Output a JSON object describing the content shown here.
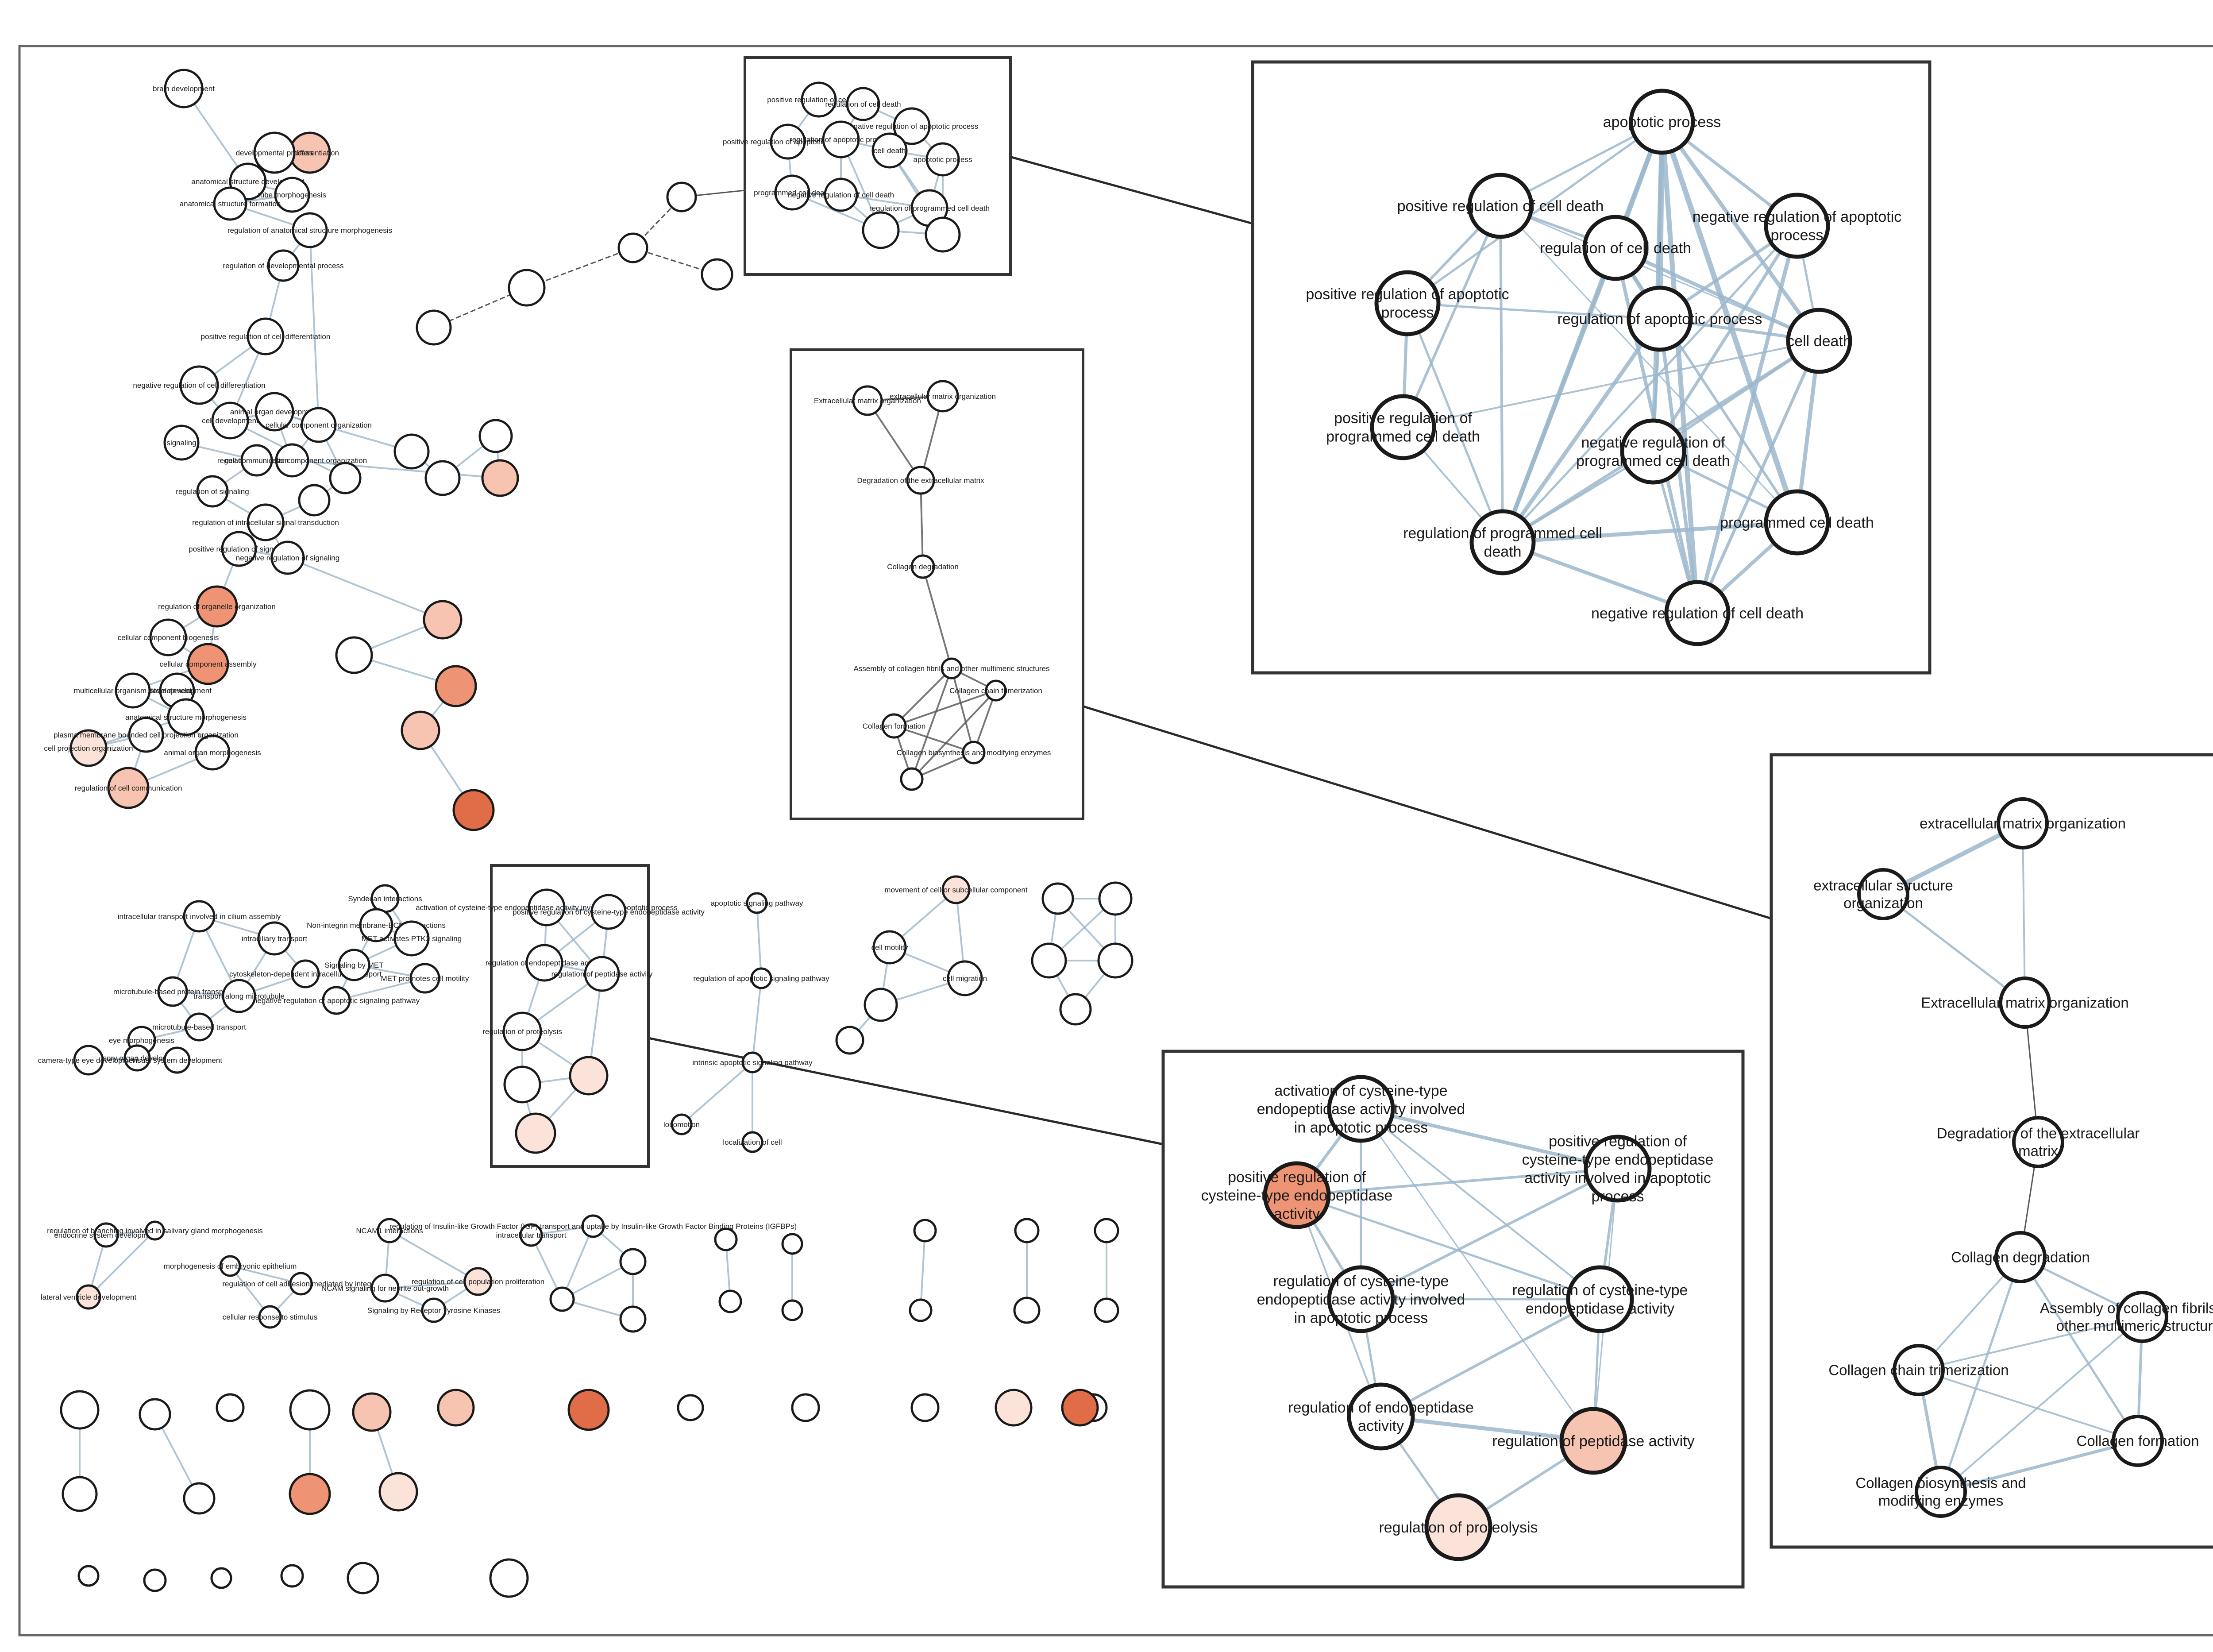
{
  "colors": {
    "edge": "#9bb7cc",
    "edge_dark": "#3a3a3a",
    "node_stroke": "#1a1a1a",
    "node_fill": "#ffffff",
    "pale": "#fbe3da",
    "light": "#f6c4b0",
    "mid": "#ee9474",
    "strong": "#e06d48",
    "frame": "#333333"
  },
  "overview": {
    "clusters": [
      {
        "id": "ov_left",
        "labels": [
          "brain development",
          "cell differentiation",
          "developmental process",
          "anatomical structure development",
          "tube morphogenesis",
          "anatomical structure formation",
          "regulation of anatomical structure morphogenesis",
          "regulation of developmental process",
          "positive regulation of cell differentiation",
          "negative regulation of cell differentiation",
          "cell development",
          "animal organ development",
          "cellular component organization",
          "regulation of cellular component organization",
          "cell communication",
          "signaling",
          "regulation of signaling",
          "regulation of intracellular signal transduction",
          "positive regulation of signaling",
          "negative regulation of signaling",
          "regulation of organelle organization",
          "cellular component biogenesis",
          "cellular component assembly",
          "system development",
          "multicellular organism development",
          "anatomical structure morphogenesis",
          "animal organ morphogenesis",
          "cell projection organization",
          "plasma membrane bounded cell projection organization",
          "regulation of cell communication"
        ]
      },
      {
        "id": "ov_apopt",
        "labels": [
          "positive regulation of cell death",
          "regulation of cell death",
          "negative regulation of apoptotic process",
          "positive regulation of apoptotic process",
          "regulation of apoptotic process",
          "cell death",
          "apoptotic process",
          "programmed cell death",
          "negative regulation of cell death",
          "regulation of programmed cell death"
        ]
      },
      {
        "id": "ov_ecm",
        "labels": [
          "Extracellular matrix organization",
          "extracellular matrix organization",
          "Degradation of the extracellular matrix",
          "Collagen degradation",
          "Assembly of collagen fibrils and other multimeric structures",
          "Collagen chain trimerization",
          "Collagen formation",
          "Collagen biosynthesis and modifying enzymes"
        ]
      },
      {
        "id": "ov_mid",
        "labels": [
          "intracellular transport involved in cilium assembly",
          "intraciliary transport",
          "microtubule-based protein transport",
          "transport along microtubule",
          "cytoskeleton-dependent intracellular transport",
          "microtubule-based transport",
          "eye morphogenesis",
          "sensory organ development",
          "camera-type eye development",
          "visual system development",
          "Syndecan interactions",
          "Non-integrin membrane-ECM interactions",
          "MET activates PTK2 signaling",
          "Signaling by MET",
          "MET promotes cell motility",
          "negative regulation of apoptotic signaling pathway",
          "apoptotic signaling pathway",
          "regulation of apoptotic signaling pathway",
          "intrinsic apoptotic signaling pathway",
          "locomotion",
          "localization of cell",
          "movement of cell or subcellular component",
          "cell motility",
          "cell migration"
        ]
      },
      {
        "id": "ov_peptidase",
        "labels": [
          "activation of cysteine-type endopeptidase activity involved in apoptotic process",
          "positive regulation of cysteine-type endopeptidase activity",
          "regulation of endopeptidase activity",
          "regulation of peptidase activity",
          "regulation of proteolysis"
        ]
      },
      {
        "id": "ov_bottom",
        "labels": [
          "endocrine system development",
          "regulation of branching involved in salivary gland morphogenesis",
          "lateral ventricle development",
          "morphogenesis of embryonic epithelium",
          "regulation of cell adhesion mediated by integrin",
          "cellular response to stimulus",
          "NCAM1 interactions",
          "NCAM signaling for neurite out-growth",
          "regulation of cell population proliferation",
          "Signaling by Receptor Tyrosine Kinases",
          "intracellular transport",
          "regulation of Insulin-like Growth Factor (IGF) transport and uptake by Insulin-like Growth Factor Binding Proteins (IGFBPs)"
        ]
      }
    ]
  },
  "insets": {
    "apoptotic": {
      "nodes": [
        {
          "key": "ap",
          "text": [
            "apoptotic process"
          ]
        },
        {
          "key": "prcd",
          "text": [
            "positive regulation of cell death"
          ]
        },
        {
          "key": "rcd",
          "text": [
            "regulation of cell death"
          ]
        },
        {
          "key": "nrap",
          "text": [
            "negative regulation of apoptotic",
            "process"
          ]
        },
        {
          "key": "prap",
          "text": [
            "positive regulation of apoptotic",
            "process"
          ]
        },
        {
          "key": "rap",
          "text": [
            "regulation of apoptotic process"
          ]
        },
        {
          "key": "cd",
          "text": [
            "cell death"
          ]
        },
        {
          "key": "prpcd",
          "text": [
            "positive regulation of",
            "programmed cell death"
          ]
        },
        {
          "key": "nrpcd",
          "text": [
            "negative regulation of",
            "programmed cell death"
          ]
        },
        {
          "key": "rpcd",
          "text": [
            "regulation of programmed cell",
            "death"
          ]
        },
        {
          "key": "pcd",
          "text": [
            "programmed cell death"
          ]
        },
        {
          "key": "nrcd",
          "text": [
            "negative regulation of cell death"
          ]
        }
      ]
    },
    "ecm": {
      "nodes": [
        {
          "key": "ecmo",
          "text": [
            "extracellular matrix organization"
          ]
        },
        {
          "key": "ecso",
          "text": [
            "extracellular structure",
            "organization"
          ]
        },
        {
          "key": "ECMO",
          "text": [
            "Extracellular matrix organization"
          ]
        },
        {
          "key": "dem",
          "text": [
            "Degradation of the extracellular",
            "matrix"
          ]
        },
        {
          "key": "cdeg",
          "text": [
            "Collagen degradation"
          ]
        },
        {
          "key": "acf",
          "text": [
            "Assembly of collagen fibrils and",
            "other multimeric structures"
          ]
        },
        {
          "key": "cct",
          "text": [
            "Collagen chain trimerization"
          ]
        },
        {
          "key": "cf",
          "text": [
            "Collagen formation"
          ]
        },
        {
          "key": "cbme",
          "text": [
            "Collagen biosynthesis and",
            "modifying enzymes"
          ]
        }
      ]
    },
    "peptidase": {
      "nodes": [
        {
          "key": "acea",
          "text": [
            "activation of cysteine-type",
            "endopeptidase activity involved",
            "in apoptotic process"
          ]
        },
        {
          "key": "prcea_ap",
          "text": [
            "positive regulation of",
            "cysteine-type endopeptidase",
            "activity involved in apoptotic",
            "process"
          ]
        },
        {
          "key": "prcea",
          "text": [
            "positive regulation of",
            "cysteine-type endopeptidase",
            "activity"
          ]
        },
        {
          "key": "rcea_ap",
          "text": [
            "regulation of cysteine-type",
            "endopeptidase activity involved",
            "in apoptotic process"
          ]
        },
        {
          "key": "rcea",
          "text": [
            "regulation of cysteine-type",
            "endopeptidase activity"
          ]
        },
        {
          "key": "rea",
          "text": [
            "regulation of endopeptidase",
            "activity"
          ]
        },
        {
          "key": "rpa",
          "text": [
            "regulation of peptidase activity"
          ]
        },
        {
          "key": "rp",
          "text": [
            "regulation of proteolysis"
          ]
        }
      ]
    }
  }
}
